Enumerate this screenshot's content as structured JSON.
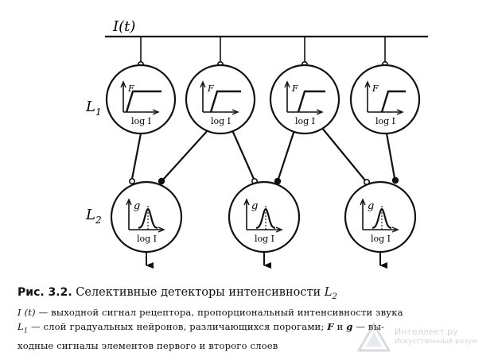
{
  "diagram": {
    "input_label": "I(t)",
    "layer1_label": "L",
    "layer1_sub": "1",
    "layer2_label": "L",
    "layer2_sub": "2",
    "layer1_neuron_output_axis": "F",
    "layer1_neuron_input_axis": "log I",
    "layer2_neuron_output_axis": "g",
    "layer2_neuron_input_axis": "log I"
  },
  "caption": {
    "fig_prefix": "Рис. 3.2.",
    "title": "Селективные детекторы интенсивности",
    "title_symbol": "L",
    "title_symbol_sub": "2",
    "line1_symbol": "I (t)",
    "line1_rest": " — выходной сигнал рецептора,  пропорциональный интенсивности звука",
    "line2_symbol": "L",
    "line2_symbol_sub": "1",
    "line2_rest_a": " — слой градуальных нейронов, различающихся порогами; ",
    "line2_F": "F",
    "line2_and": " и ",
    "line2_g": "g",
    "line2_rest_b": " — вы-",
    "line3": "ходные сигналы элементов первого и второго слоев"
  },
  "watermark": {
    "line1": "Интеллект.ру",
    "line2": "Искусственный разум"
  }
}
